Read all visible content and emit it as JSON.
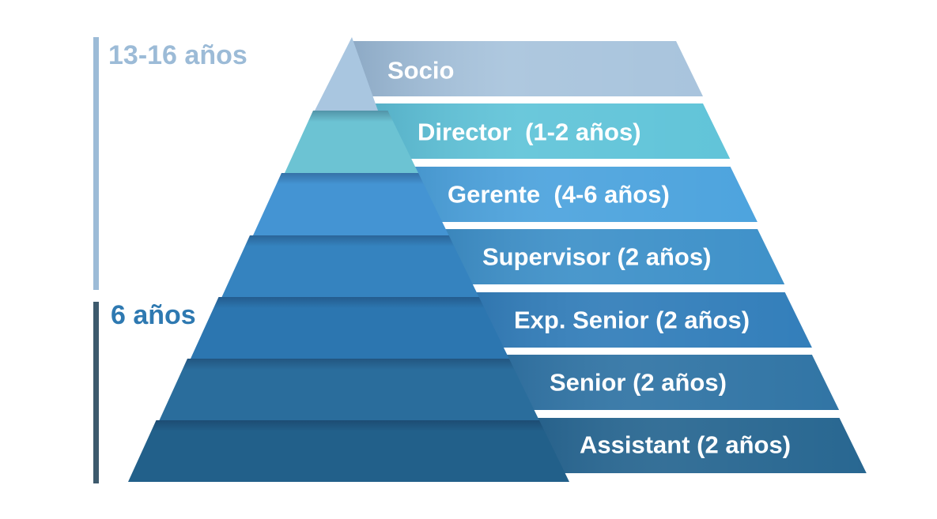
{
  "annotations": {
    "top": {
      "text": "13-16 años",
      "color": "#9cbbd7"
    },
    "bottom": {
      "text": "6 años",
      "text_color": "#2e79b1",
      "bar_color": "#3d5a6d"
    }
  },
  "levels": [
    {
      "label": "Socio",
      "years": "",
      "band_color": "#a7c3dc",
      "face_color": "#a9c6e0"
    },
    {
      "label": "Director  (1-2 años)",
      "years": "1-2 años",
      "band_color": "#5ec3d8",
      "face_color": "#6cc3d3"
    },
    {
      "label": "Gerente  (4-6 años)",
      "years": "4-6 años",
      "band_color": "#4aa2dd",
      "face_color": "#4494d3"
    },
    {
      "label": "Supervisor (2 años)",
      "years": "2 años",
      "band_color": "#3b8fc8",
      "face_color": "#3583bf"
    },
    {
      "label": "Exp. Senior (2 años)",
      "years": "2 años",
      "band_color": "#2f7cb9",
      "face_color": "#2c76b0"
    },
    {
      "label": "Senior (2 años)",
      "years": "2 años",
      "band_color": "#2d72a3",
      "face_color": "#2a6d9c"
    },
    {
      "label": "Assistant (2 años)",
      "years": "2 años",
      "band_color": "#24648f",
      "face_color": "#22608a"
    }
  ]
}
